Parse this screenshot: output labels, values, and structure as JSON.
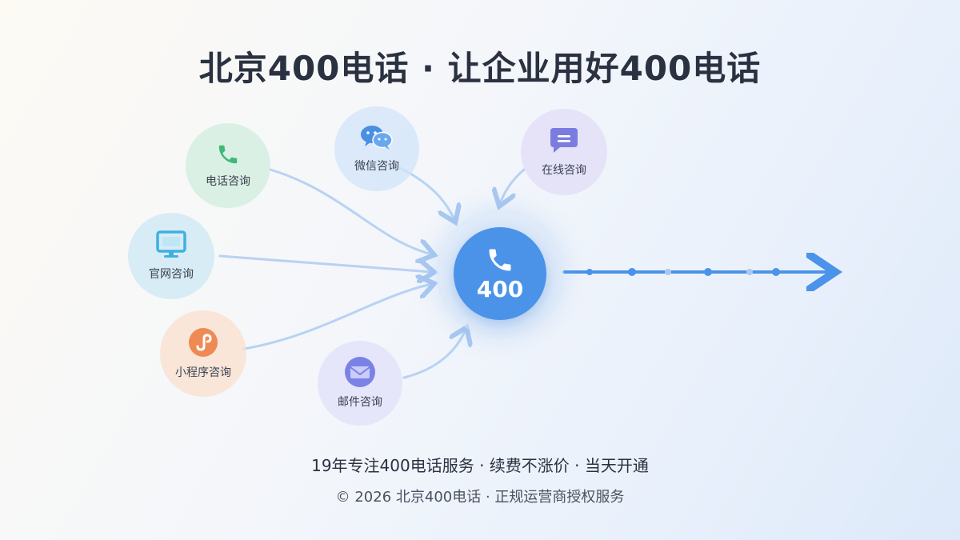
{
  "title": "北京400电话 · 让企业用好400电话",
  "hub": {
    "label": "400",
    "icon": "phone-icon",
    "color": "#4b93e9"
  },
  "nodes": [
    {
      "id": "phone",
      "label": "电话咨询",
      "icon": "phone-icon",
      "color": "#3fb878"
    },
    {
      "id": "wechat",
      "label": "微信咨询",
      "icon": "wechat-icon",
      "color": "#4a90e2"
    },
    {
      "id": "online",
      "label": "在线咨询",
      "icon": "chat-bubble-icon",
      "color": "#7c7ce0"
    },
    {
      "id": "website",
      "label": "官网咨询",
      "icon": "monitor-icon",
      "color": "#3fb0e0"
    },
    {
      "id": "miniprogram",
      "label": "小程序咨询",
      "icon": "miniprogram-icon",
      "color": "#ef8a55"
    },
    {
      "id": "email",
      "label": "邮件咨询",
      "icon": "mail-icon",
      "color": "#7b82e6"
    }
  ],
  "footer": {
    "tagline": "19年专注400电话服务 · 续费不涨价 · 当天开通",
    "copyright": "© 2026 北京400电话 · 正规运营商授权服务"
  }
}
